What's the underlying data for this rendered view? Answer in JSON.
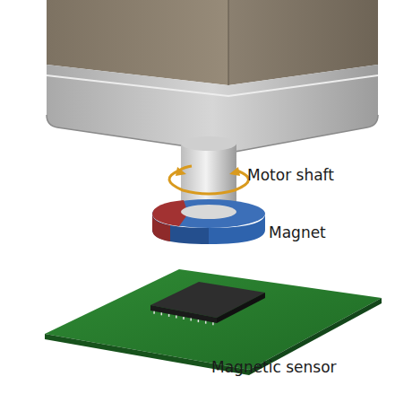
{
  "diagram": {
    "labels": [
      "Motor shaft",
      "Magnet",
      "Magnetic sensor"
    ]
  }
}
